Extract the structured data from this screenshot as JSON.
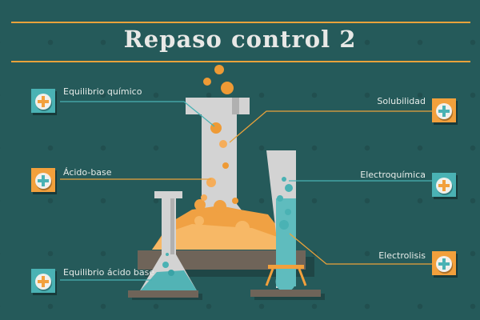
{
  "title": "Repaso control 2",
  "colors": {
    "background": "#255a5a",
    "accent_orange": "#f2a03c",
    "accent_teal": "#4ab2b4",
    "glass": "#d3d3d3",
    "base": "#6f6459"
  },
  "topics": [
    {
      "label": "Equilibrio químico",
      "side": "left",
      "button_color": "teal",
      "icon": "plus-icon"
    },
    {
      "label": "Ácido-base",
      "side": "left",
      "button_color": "orange",
      "icon": "plus-icon"
    },
    {
      "label": "Equilibrio ácido base",
      "side": "left",
      "button_color": "teal",
      "icon": "plus-icon"
    },
    {
      "label": "Solubilidad",
      "side": "right",
      "button_color": "orange",
      "icon": "plus-icon"
    },
    {
      "label": "Electroquímica",
      "side": "right",
      "button_color": "teal",
      "icon": "plus-icon"
    },
    {
      "label": "Electrolisis",
      "side": "right",
      "button_color": "orange",
      "icon": "plus-icon"
    }
  ]
}
